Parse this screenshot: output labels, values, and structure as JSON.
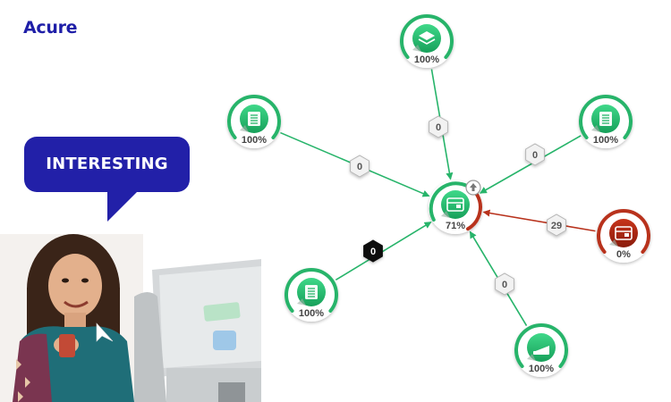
{
  "brand": "Acure",
  "bubble": {
    "text": "INTERESTING"
  },
  "graph": {
    "hub": {
      "percent": "71%",
      "status": "mixed",
      "icon": "window-icon"
    },
    "nodes": [
      {
        "id": "top",
        "percent": "100%",
        "status": "ok",
        "icon": "layers-icon",
        "edge_count": "0",
        "edge_status": "ok",
        "edge_style": "light"
      },
      {
        "id": "upper-left",
        "percent": "100%",
        "status": "ok",
        "icon": "document-icon",
        "edge_count": "0",
        "edge_status": "ok",
        "edge_style": "light"
      },
      {
        "id": "upper-right",
        "percent": "100%",
        "status": "ok",
        "icon": "document-icon",
        "edge_count": "0",
        "edge_status": "ok",
        "edge_style": "light"
      },
      {
        "id": "right",
        "percent": "0%",
        "status": "error",
        "icon": "window-icon",
        "edge_count": "29",
        "edge_status": "error",
        "edge_style": "light"
      },
      {
        "id": "lower-left",
        "percent": "100%",
        "status": "ok",
        "icon": "document-icon",
        "edge_count": "0",
        "edge_status": "ok",
        "edge_style": "dark"
      },
      {
        "id": "bottom",
        "percent": "100%",
        "status": "ok",
        "icon": "device-icon",
        "edge_count": "0",
        "edge_status": "ok",
        "edge_style": "light"
      }
    ]
  },
  "colors": {
    "ok": "#27b46a",
    "error": "#b8321c",
    "brand": "#2220a8"
  }
}
